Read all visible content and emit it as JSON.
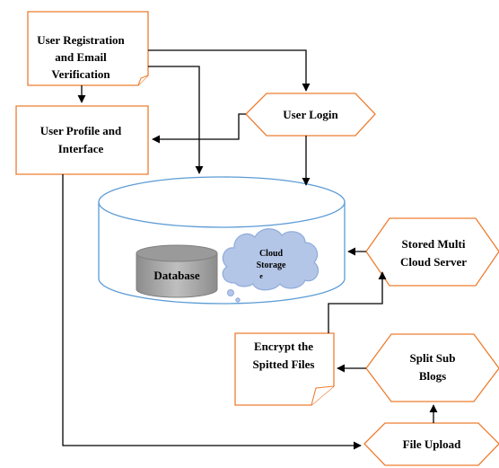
{
  "colors": {
    "box_border": "#ed7d31",
    "cylinder_border": "#5b9bd5",
    "cloud_fill": "#b4c6e7",
    "cloud_border": "#8eaadb",
    "database_fill": "#a6a6a6",
    "arrow": "#000000"
  },
  "nodes": {
    "user_registration": [
      "User Registration",
      "and Email",
      "Verification"
    ],
    "user_login": [
      "User Login"
    ],
    "user_profile": [
      "User Profile and",
      "Interface"
    ],
    "database": [
      "Database"
    ],
    "cloud_storage": [
      "Cloud",
      "Storage",
      "e"
    ],
    "stored_multi_cloud": [
      "Stored Multi",
      "Cloud Server"
    ],
    "encrypt_files": [
      "Encrypt the",
      "Spitted Files"
    ],
    "split_sub_blogs": [
      "Split Sub",
      "Blogs"
    ],
    "file_upload": [
      "File Upload"
    ]
  },
  "icons": {
    "database": "database-cylinder-icon",
    "cloud": "cloud-icon"
  }
}
